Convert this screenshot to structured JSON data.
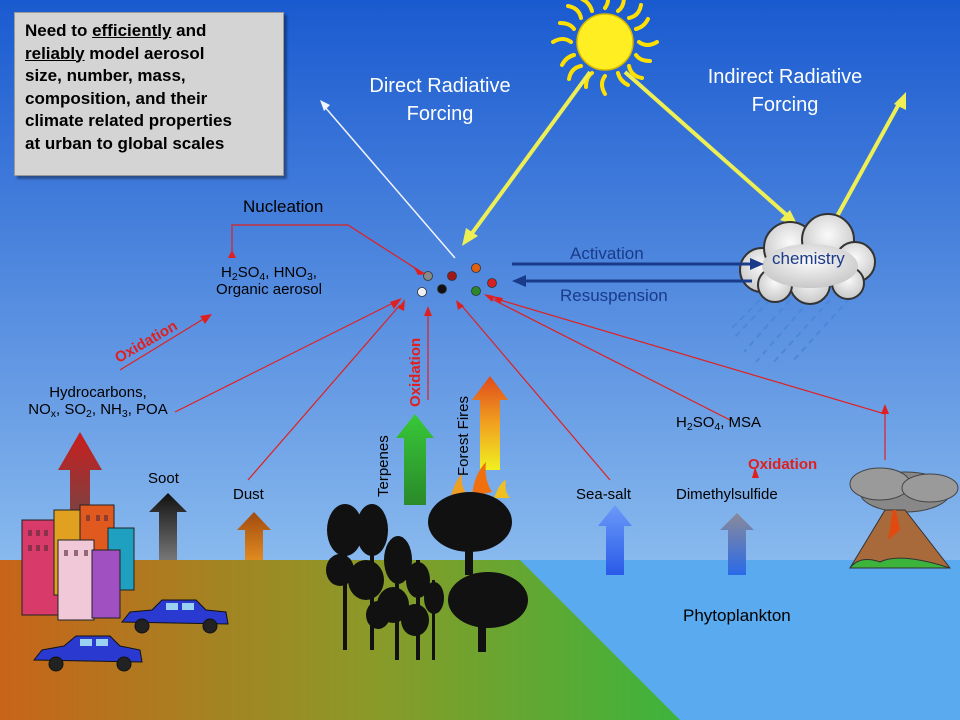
{
  "callout": {
    "line1_pre": "Need to ",
    "line1_u": "efficiently",
    "line1_post": " and",
    "line2_u": "reliably",
    "line2_post": " model aerosol",
    "line3": "size, number, mass,",
    "line4": "composition, and their",
    "line5": "climate related properties",
    "line6": "at urban to global scales"
  },
  "forcing": {
    "direct_line1": "Direct Radiative",
    "direct_line2": "Forcing",
    "indirect_line1": "Indirect Radiative",
    "indirect_line2": "Forcing"
  },
  "processes": {
    "nucleation": "Nucleation",
    "activation": "Activation",
    "resuspension": "Resuspension",
    "cloud_chemistry": "chemistry"
  },
  "species": {
    "acids_pre": "H",
    "acids_sub1": "2",
    "acids_mid": "SO",
    "acids_sub2": "4",
    "acids_mid2": ", HNO",
    "acids_sub3": "3",
    "acids_post": ",",
    "organic_aerosol": "Organic aerosol",
    "oxidation_left": "Oxidation",
    "oxidation_mid": "Oxidation",
    "oxidation_right": "Oxidation",
    "hc_line1": "Hydrocarbons,",
    "hc_no": "NO",
    "hc_x": "x",
    "hc_so": ", SO",
    "hc_2": "2",
    "hc_nh": ", NH",
    "hc_3": "3",
    "hc_poa": ", POA",
    "msa_h": "H",
    "msa_2": "2",
    "msa_so": "SO",
    "msa_4": "4",
    "msa_post": ", MSA"
  },
  "sources": {
    "soot": "Soot",
    "dust": "Dust",
    "terpenes": "Terpenes",
    "forest_fires": "Forest Fires",
    "sea_salt": "Sea-salt",
    "dms": "Dimethylsulfide",
    "phytoplankton": "Phytoplankton"
  },
  "colors": {
    "sky_top": "#1a5ad0",
    "sky_bottom": "#a8d4f6",
    "land_left": "#c8641a",
    "land_right": "#3cb43c",
    "ocean": "#5aaaf0",
    "sun": "#ffee22",
    "red_arrow": "#e02020",
    "navy_arrow": "#1a3a8a"
  }
}
